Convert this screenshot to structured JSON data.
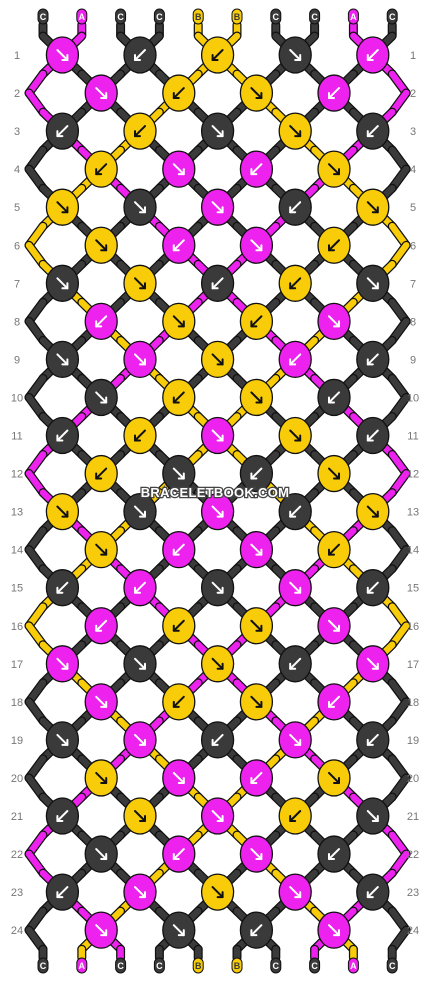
{
  "colors": {
    "C": "#3a3a3a",
    "A": "#ee22ee",
    "B": "#f8cc08"
  },
  "label_text_colors": {
    "C": "#ffffff",
    "A": "#ffffff",
    "B": "#3a3a3a"
  },
  "top_strands": [
    "C",
    "A",
    "C",
    "C",
    "B",
    "B",
    "C",
    "C",
    "A",
    "C"
  ],
  "bottom_strands": [
    "C",
    "A",
    "C",
    "C",
    "B",
    "B",
    "C",
    "C",
    "A",
    "C"
  ],
  "rows": [
    {
      "num": "1",
      "knots": [
        [
          "A",
          "se"
        ],
        [
          "C",
          "sw"
        ],
        [
          "B",
          "sw"
        ],
        [
          "C",
          "se"
        ],
        [
          "A",
          "sw"
        ]
      ]
    },
    {
      "num": "2",
      "knots": [
        [
          "A",
          "se"
        ],
        [
          "B",
          "sw"
        ],
        [
          "B",
          "se"
        ],
        [
          "A",
          "sw"
        ]
      ]
    },
    {
      "num": "3",
      "knots": [
        [
          "C",
          "sw"
        ],
        [
          "B",
          "sw"
        ],
        [
          "C",
          "se"
        ],
        [
          "B",
          "se"
        ],
        [
          "C",
          "sw"
        ]
      ]
    },
    {
      "num": "4",
      "knots": [
        [
          "B",
          "sw"
        ],
        [
          "A",
          "se"
        ],
        [
          "A",
          "sw"
        ],
        [
          "B",
          "se"
        ]
      ]
    },
    {
      "num": "5",
      "knots": [
        [
          "B",
          "se"
        ],
        [
          "C",
          "se"
        ],
        [
          "A",
          "se"
        ],
        [
          "C",
          "sw"
        ],
        [
          "B",
          "se"
        ]
      ]
    },
    {
      "num": "6",
      "knots": [
        [
          "B",
          "se"
        ],
        [
          "A",
          "sw"
        ],
        [
          "A",
          "se"
        ],
        [
          "B",
          "sw"
        ]
      ]
    },
    {
      "num": "7",
      "knots": [
        [
          "C",
          "se"
        ],
        [
          "B",
          "se"
        ],
        [
          "C",
          "sw"
        ],
        [
          "B",
          "sw"
        ],
        [
          "C",
          "se"
        ]
      ]
    },
    {
      "num": "8",
      "knots": [
        [
          "A",
          "sw"
        ],
        [
          "B",
          "se"
        ],
        [
          "B",
          "sw"
        ],
        [
          "A",
          "se"
        ]
      ]
    },
    {
      "num": "9",
      "knots": [
        [
          "C",
          "se"
        ],
        [
          "A",
          "se"
        ],
        [
          "B",
          "se"
        ],
        [
          "A",
          "sw"
        ],
        [
          "C",
          "sw"
        ]
      ]
    },
    {
      "num": "10",
      "knots": [
        [
          "C",
          "se"
        ],
        [
          "B",
          "sw"
        ],
        [
          "B",
          "se"
        ],
        [
          "C",
          "sw"
        ]
      ]
    },
    {
      "num": "11",
      "knots": [
        [
          "C",
          "sw"
        ],
        [
          "B",
          "sw"
        ],
        [
          "A",
          "se"
        ],
        [
          "B",
          "se"
        ],
        [
          "C",
          "sw"
        ]
      ]
    },
    {
      "num": "12",
      "knots": [
        [
          "B",
          "sw"
        ],
        [
          "C",
          "se"
        ],
        [
          "C",
          "sw"
        ],
        [
          "B",
          "se"
        ]
      ]
    },
    {
      "num": "13",
      "knots": [
        [
          "B",
          "se"
        ],
        [
          "C",
          "se"
        ],
        [
          "A",
          "se"
        ],
        [
          "C",
          "sw"
        ],
        [
          "B",
          "se"
        ]
      ]
    },
    {
      "num": "14",
      "knots": [
        [
          "B",
          "se"
        ],
        [
          "A",
          "sw"
        ],
        [
          "A",
          "se"
        ],
        [
          "B",
          "sw"
        ]
      ]
    },
    {
      "num": "15",
      "knots": [
        [
          "C",
          "sw"
        ],
        [
          "A",
          "sw"
        ],
        [
          "C",
          "se"
        ],
        [
          "A",
          "se"
        ],
        [
          "C",
          "sw"
        ]
      ]
    },
    {
      "num": "16",
      "knots": [
        [
          "A",
          "sw"
        ],
        [
          "B",
          "sw"
        ],
        [
          "B",
          "se"
        ],
        [
          "A",
          "se"
        ]
      ]
    },
    {
      "num": "17",
      "knots": [
        [
          "A",
          "se"
        ],
        [
          "C",
          "se"
        ],
        [
          "B",
          "se"
        ],
        [
          "C",
          "sw"
        ],
        [
          "A",
          "se"
        ]
      ]
    },
    {
      "num": "18",
      "knots": [
        [
          "A",
          "se"
        ],
        [
          "B",
          "sw"
        ],
        [
          "B",
          "se"
        ],
        [
          "A",
          "sw"
        ]
      ]
    },
    {
      "num": "19",
      "knots": [
        [
          "C",
          "se"
        ],
        [
          "A",
          "se"
        ],
        [
          "C",
          "sw"
        ],
        [
          "A",
          "se"
        ],
        [
          "C",
          "sw"
        ]
      ]
    },
    {
      "num": "20",
      "knots": [
        [
          "B",
          "se"
        ],
        [
          "A",
          "se"
        ],
        [
          "A",
          "sw"
        ],
        [
          "B",
          "se"
        ]
      ]
    },
    {
      "num": "21",
      "knots": [
        [
          "C",
          "sw"
        ],
        [
          "B",
          "se"
        ],
        [
          "A",
          "se"
        ],
        [
          "B",
          "sw"
        ],
        [
          "C",
          "se"
        ]
      ]
    },
    {
      "num": "22",
      "knots": [
        [
          "C",
          "se"
        ],
        [
          "A",
          "sw"
        ],
        [
          "A",
          "se"
        ],
        [
          "C",
          "sw"
        ]
      ]
    },
    {
      "num": "23",
      "knots": [
        [
          "C",
          "sw"
        ],
        [
          "A",
          "se"
        ],
        [
          "B",
          "se"
        ],
        [
          "A",
          "se"
        ],
        [
          "C",
          "sw"
        ]
      ]
    },
    {
      "num": "24",
      "knots": [
        [
          "A",
          "se"
        ],
        [
          "C",
          "se"
        ],
        [
          "C",
          "sw"
        ],
        [
          "A",
          "se"
        ]
      ]
    }
  ],
  "watermark": "BRACELETBOOK.COM"
}
